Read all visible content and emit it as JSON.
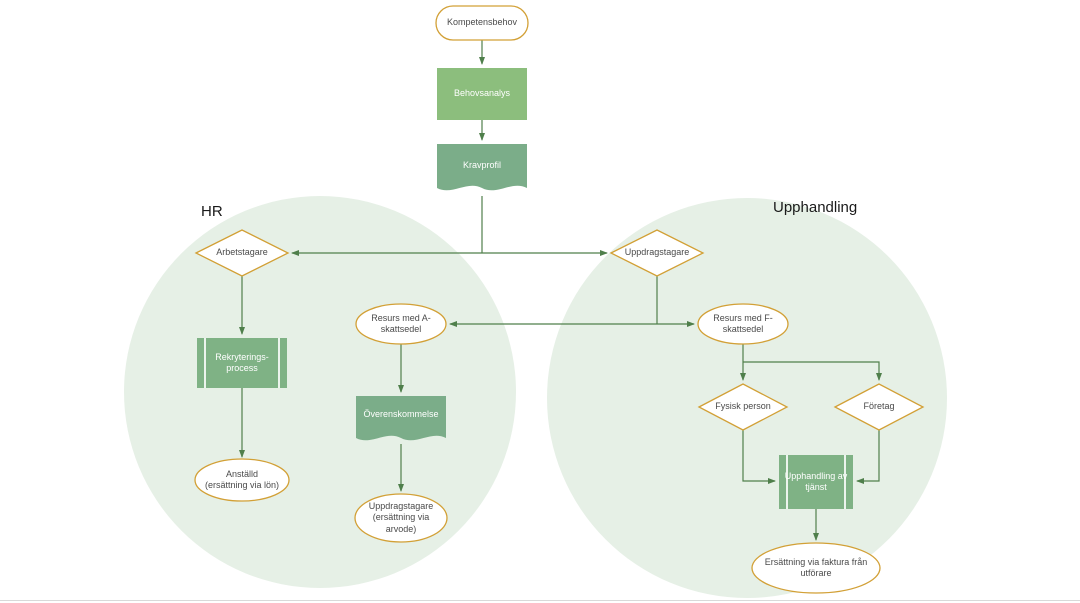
{
  "regions": {
    "hr": {
      "label": "HR"
    },
    "upphandling": {
      "label": "Upphandling"
    }
  },
  "nodes": {
    "kompetensbehov": {
      "label": "Kompetensbehov",
      "type": "terminator"
    },
    "behovsanalys": {
      "label": "Behovsanalys",
      "type": "process"
    },
    "kravprofil": {
      "label": "Kravprofil",
      "type": "document"
    },
    "arbetstagare": {
      "label": "Arbetstagare",
      "type": "decision"
    },
    "uppdragstagare": {
      "label": "Uppdragstagare",
      "type": "decision"
    },
    "resurs_a": {
      "label": "Resurs med A-\nskattsedel",
      "type": "oval"
    },
    "resurs_f": {
      "label": "Resurs med F-\nskattsedel",
      "type": "oval"
    },
    "rekryteringsprocess": {
      "label": "Rekryterings-\nprocess",
      "type": "predefined-process"
    },
    "anstalld": {
      "label": "Anställd\n(ersättning via lön)",
      "type": "oval"
    },
    "overenskommelse": {
      "label": "Överenskommelse",
      "type": "document"
    },
    "uppdragstagare_arvode": {
      "label": "Uppdragstagare\n(ersättning via\narvode)",
      "type": "oval"
    },
    "fysisk_person": {
      "label": "Fysisk person",
      "type": "decision"
    },
    "foretag": {
      "label": "Företag",
      "type": "decision"
    },
    "upphandling_tjanst": {
      "label": "Upphandling av\ntjänst",
      "type": "predefined-process"
    },
    "ersattning_faktura": {
      "label": "Ersättning via faktura från\nutförare",
      "type": "oval"
    }
  },
  "edges": [
    {
      "from": "kompetensbehov",
      "to": "behovsanalys"
    },
    {
      "from": "behovsanalys",
      "to": "kravprofil"
    },
    {
      "from": "kravprofil",
      "to": "arbetstagare"
    },
    {
      "from": "kravprofil",
      "to": "uppdragstagare"
    },
    {
      "from": "arbetstagare",
      "to": "rekryteringsprocess"
    },
    {
      "from": "rekryteringsprocess",
      "to": "anstalld"
    },
    {
      "from": "uppdragstagare",
      "to": "resurs_a"
    },
    {
      "from": "uppdragstagare",
      "to": "resurs_f"
    },
    {
      "from": "resurs_a",
      "to": "overenskommelse"
    },
    {
      "from": "overenskommelse",
      "to": "uppdragstagare_arvode"
    },
    {
      "from": "resurs_f",
      "to": "fysisk_person"
    },
    {
      "from": "resurs_f",
      "to": "foretag"
    },
    {
      "from": "fysisk_person",
      "to": "upphandling_tjanst"
    },
    {
      "from": "foretag",
      "to": "upphandling_tjanst"
    },
    {
      "from": "upphandling_tjanst",
      "to": "ersattning_faktura"
    }
  ],
  "colors": {
    "process_green": "#8cbe7d",
    "document_green": "#7bad89",
    "predefined_green": "#7fb285",
    "outline_orange": "#d2a036",
    "connector_green": "#4f7f4b",
    "region_circle": "#e6f0e6",
    "text_dark": "#4a4a4a"
  }
}
